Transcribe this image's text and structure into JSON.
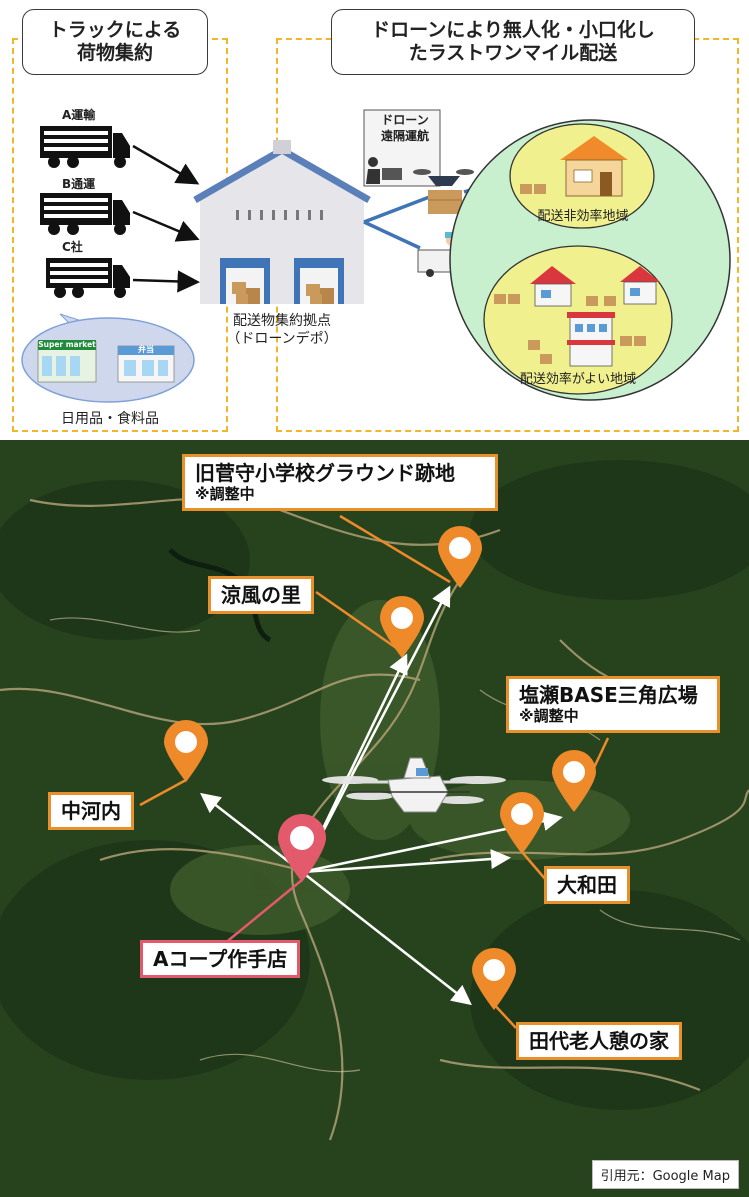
{
  "top": {
    "left_title": [
      "トラックによる",
      "荷物集約"
    ],
    "right_title": [
      "ドローンにより無人化・小口化し",
      "たラストワンマイル配送"
    ],
    "trucks": [
      "A運輸",
      "B通運",
      "C社"
    ],
    "store_signs": {
      "supermarket": "Super market",
      "bento": "弁当"
    },
    "daily_goods": "日用品・食料品",
    "depot_caption": [
      "配送物集約拠点",
      "（ドローンデポ）"
    ],
    "remote_nav": [
      "ドローン",
      "遠隔運航"
    ],
    "area_inefficient": "配送非効率地域",
    "area_efficient": "配送効率がよい地域"
  },
  "map": {
    "labels": {
      "kyu_suga": {
        "name": "旧菅守小学校グラウンド跡地",
        "note": "※調整中"
      },
      "suzukaze": {
        "name": "涼風の里"
      },
      "shionose": {
        "name": "塩瀬BASE三角広場",
        "note": "※調整中"
      },
      "nakagouchi": {
        "name": "中河内"
      },
      "yamatoda": {
        "name": "大和田"
      },
      "acoop": {
        "name": "Aコープ作手店"
      },
      "tashiro": {
        "name": "田代老人憩の家"
      }
    },
    "credit": "引用元：Google Map"
  },
  "colors": {
    "dash": "#f2b62b",
    "pin_orange": "#ee8a2a",
    "pin_red": "#e25a6b",
    "outer_circle": "#c8f0cf",
    "inner_circle": "#f0f08e",
    "depot_blue": "#3f74b7"
  }
}
